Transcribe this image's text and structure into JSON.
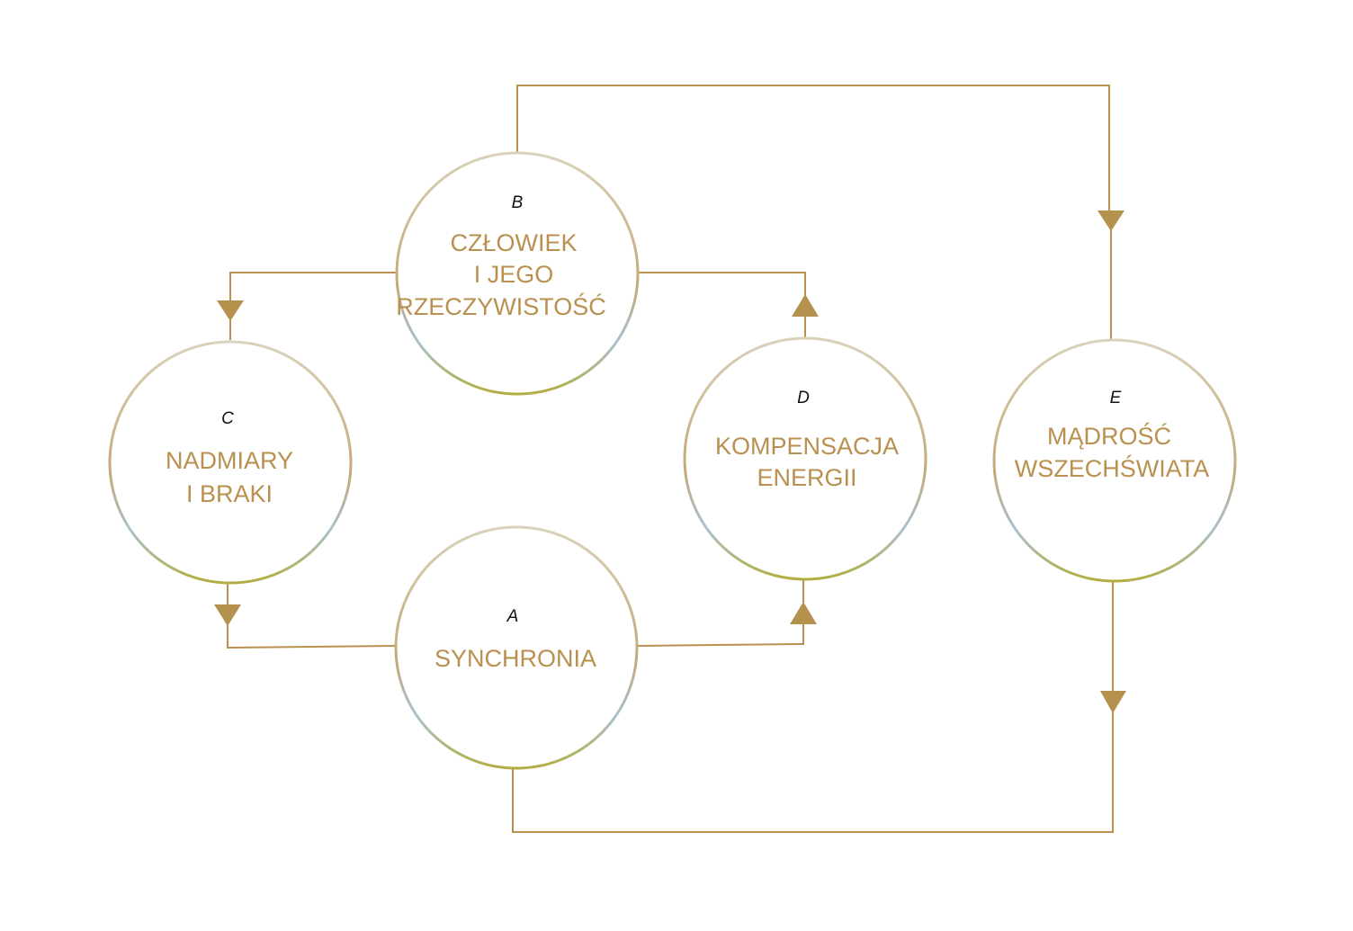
{
  "colors": {
    "line": "#B9904F",
    "arrow": "#B5914E",
    "text": "#B9904F",
    "ring_top": "#D9D2BA",
    "ring_mid": "#C5A878",
    "ring_low": "#A9C2CE",
    "ring_bottom": "#B3AE42"
  },
  "nodes": {
    "A": {
      "letter": "A",
      "lines": [
        "SYNCHRONIA"
      ]
    },
    "B": {
      "letter": "B",
      "lines": [
        "CZŁOWIEK",
        "I JEGO",
        "RZECZYWISTOŚĆ"
      ]
    },
    "C": {
      "letter": "C",
      "lines": [
        "NADMIARY",
        "I BRAKI"
      ]
    },
    "D": {
      "letter": "D",
      "lines": [
        "KOMPENSACJA",
        "ENERGII"
      ]
    },
    "E": {
      "letter": "E",
      "lines": [
        "MĄDROŚĆ",
        "WSZECHŚWIATA"
      ]
    }
  }
}
